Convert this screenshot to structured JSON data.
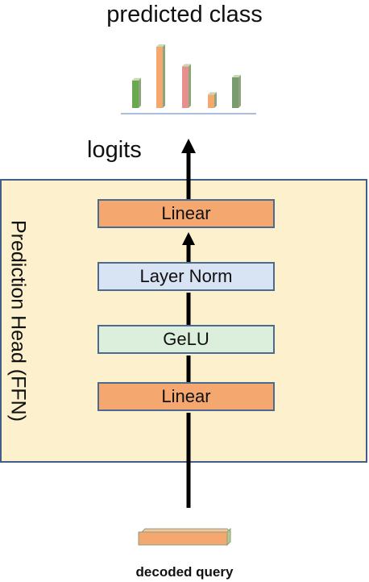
{
  "title": "predicted class",
  "logits_label": "logits",
  "ffn_label": "Prediction Head (FFN)",
  "layers": [
    "Linear",
    "Layer Norm",
    "GeLU",
    "Linear"
  ],
  "input_label": "decoded query",
  "histogram_bars": [
    {
      "level": 0.45,
      "color": "#6aa84f"
    },
    {
      "level": 1.0,
      "color": "#f4a870"
    },
    {
      "level": 0.68,
      "color": "#e69090"
    },
    {
      "level": 0.22,
      "color": "#f4a870"
    },
    {
      "level": 0.5,
      "color": "#7a9a70"
    }
  ],
  "colors": {
    "linear": "#f4a870",
    "layer_norm": "#d8e3f4",
    "gelu": "#dcefdc",
    "panel": "#fdf0cd",
    "border": "#3f5f86"
  }
}
